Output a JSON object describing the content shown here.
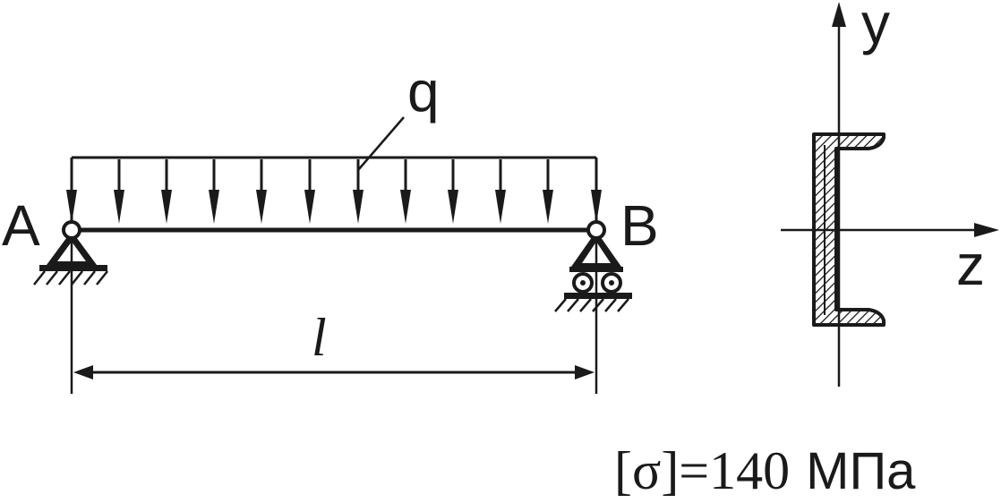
{
  "labels": {
    "support_a": "A",
    "support_b": "B",
    "load": "q",
    "span": "l",
    "axis_y": "y",
    "axis_z": "z"
  },
  "formula": {
    "symbol": "[σ]=140",
    "unit": "МПа"
  },
  "colors": {
    "ink": "#1a1a1a",
    "background": "#ffffff"
  }
}
